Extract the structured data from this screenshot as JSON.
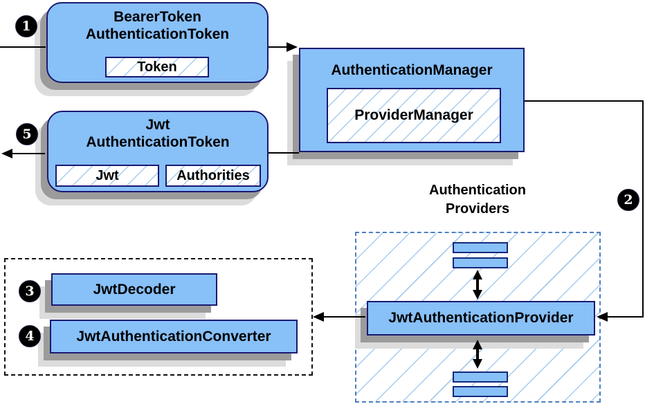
{
  "nodes": {
    "bearer": {
      "title1": "BearerToken",
      "title2": "AuthenticationToken",
      "chip_token": "Token"
    },
    "jwt_token": {
      "title1": "Jwt",
      "title2": "AuthenticationToken",
      "chip_jwt": "Jwt",
      "chip_authorities": "Authorities"
    },
    "auth_manager": {
      "title": "AuthenticationManager",
      "chip": "ProviderManager"
    },
    "providers": {
      "title1": "Authentication",
      "title2": "Providers",
      "provider_label": "JwtAuthenticationProvider"
    },
    "decoder_group": {
      "decoder_label": "JwtDecoder",
      "converter_label": "JwtAuthenticationConverter"
    }
  },
  "steps": [
    "1",
    "2",
    "3",
    "4",
    "5"
  ],
  "colors": {
    "node_fill": "#88C0F8",
    "node_border": "#191970",
    "hatch_line": "#A6CBEE",
    "providers_dash_border": "#4D7EC0",
    "decoder_dash_border": "#111111",
    "shadow_dark": "#9B9B9B",
    "shadow_light": "#DCDCDC",
    "connector": "#000000",
    "step_badge_bg": "#000000",
    "step_badge_fg": "#FFFFFF"
  }
}
